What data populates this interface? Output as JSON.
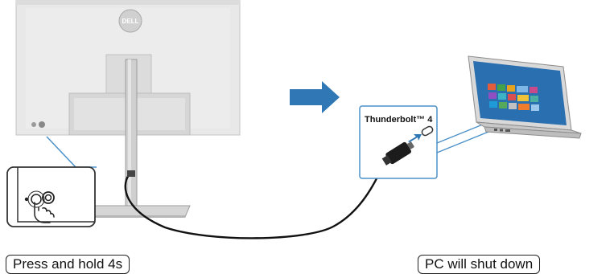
{
  "monitor": {
    "brand_logo": "DELL"
  },
  "port": {
    "label": "Thunderbolt™ 4"
  },
  "captions": {
    "left": "Press and hold 4s",
    "right": "PC will shut down"
  },
  "icons": {
    "arrow": "right-arrow-icon",
    "hand": "finger-press-icon",
    "power_button": "power-button-icon",
    "usb_c_port": "usb-c-port-icon"
  },
  "colors": {
    "arrow": "#2f78b5",
    "monitor_body": "#e6e6e6",
    "monitor_edge": "#bdbdbd",
    "cable": "#111111",
    "callout_line": "#4a90c8"
  }
}
